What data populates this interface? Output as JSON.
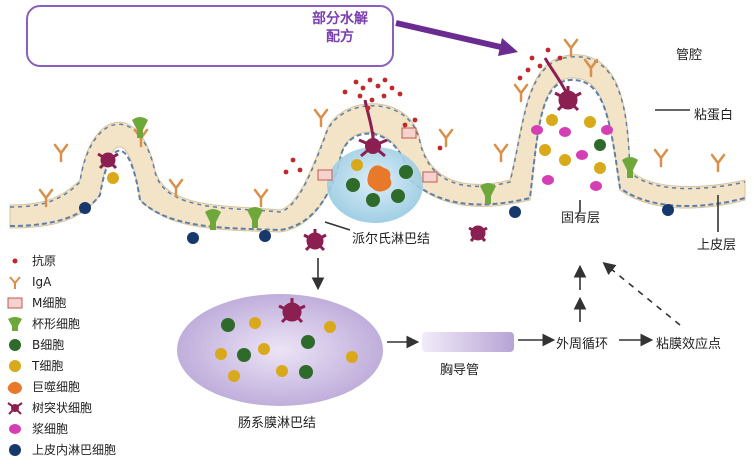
{
  "header": {
    "line1": "部分水解",
    "line2": "配方"
  },
  "labels": {
    "lumen": "管腔",
    "mucus": "粘蛋白",
    "lamina_propria": "固有层",
    "epithelium": "上皮层",
    "peyers_patch": "派尔氏淋巴结",
    "mesenteric_ln": "肠系膜淋巴结",
    "thoracic_duct": "胸导管",
    "circulation": "外周循环",
    "effector_site": "粘膜效应点"
  },
  "legend": [
    {
      "label": "抗原",
      "icon": "antigen-icon"
    },
    {
      "label": "IgA",
      "icon": "iga-icon"
    },
    {
      "label": "M细胞",
      "icon": "m-cell-icon"
    },
    {
      "label": "杯形细胞",
      "icon": "goblet-cell-icon"
    },
    {
      "label": "B细胞",
      "icon": "b-cell-icon"
    },
    {
      "label": "T细胞",
      "icon": "t-cell-icon"
    },
    {
      "label": "巨噬细胞",
      "icon": "macrophage-icon"
    },
    {
      "label": "树突状细胞",
      "icon": "dendritic-cell-icon"
    },
    {
      "label": "浆细胞",
      "icon": "plasma-cell-icon"
    },
    {
      "label": "上皮内淋巴细胞",
      "icon": "iel-icon"
    }
  ],
  "colors": {
    "header_border": "#8a5fbf",
    "header_text": "#7b3fb0",
    "arrow_purple": "#6a2c91",
    "epithelium": "#f3e3c7",
    "antigen": "#c0282a",
    "iga": "#d9904a",
    "b_cell": "#2e6b2a",
    "t_cell": "#d9a91c",
    "macrophage": "#e8782a",
    "dendritic": "#8c1f52",
    "plasma": "#d63fb4",
    "iel": "#16386a",
    "goblet": "#6fa83a"
  }
}
